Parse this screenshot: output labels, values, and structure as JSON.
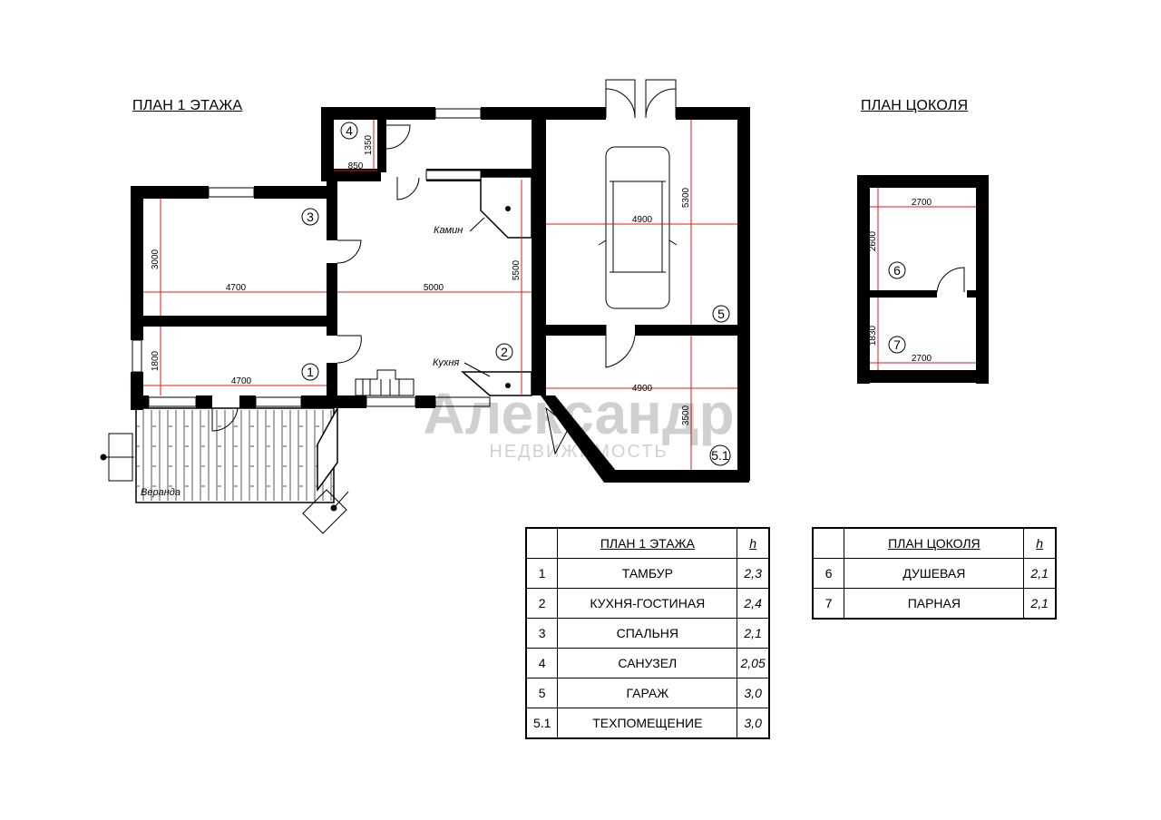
{
  "titles": {
    "floor1": "ПЛАН 1 ЭТАЖА",
    "basement": "ПЛАН ЦОКОЛЯ"
  },
  "colors": {
    "walls": "#000000",
    "dimensions": "#e01818",
    "text": "#000000"
  },
  "labels": {
    "fireplace": "Камин",
    "kitchen": "Кухня",
    "veranda": "Веранда"
  },
  "room_numbers": {
    "r1": "1",
    "r2": "2",
    "r3": "3",
    "r4": "4",
    "r5": "5",
    "r51": "5.1",
    "r6": "6",
    "r7": "7"
  },
  "dimensions": {
    "d_4700_top": "4700",
    "d_3000": "3000",
    "d_5000": "5000",
    "d_5500": "5500",
    "d_1350": "1350",
    "d_850": "850",
    "d_1800": "1800",
    "d_4700_bottom": "4700",
    "d_4900_top": "4900",
    "d_5300": "5300",
    "d_4900_bottom": "4900",
    "d_3500": "3500",
    "d_2700_top": "2700",
    "d_2600": "2600",
    "d_1830": "1830",
    "d_2700_bottom": "2700"
  },
  "watermark": {
    "name": "Александр",
    "sub": "НЕДВИЖИМОСТЬ"
  },
  "table_floor1": {
    "title": "ПЛАН 1 ЭТАЖА",
    "h_header": "h",
    "rows": [
      {
        "num": "1",
        "name": "ТАМБУР",
        "h": "2,3"
      },
      {
        "num": "2",
        "name": "КУХНЯ-ГОСТИНАЯ",
        "h": "2,4"
      },
      {
        "num": "3",
        "name": "СПАЛЬНЯ",
        "h": "2,1"
      },
      {
        "num": "4",
        "name": "САНУЗЕЛ",
        "h": "2,05"
      },
      {
        "num": "5",
        "name": "ГАРАЖ",
        "h": "3,0"
      },
      {
        "num": "5.1",
        "name": "ТЕХПОМЕЩЕНИЕ",
        "h": "3,0"
      }
    ]
  },
  "table_basement": {
    "title": "ПЛАН ЦОКОЛЯ",
    "h_header": "h",
    "rows": [
      {
        "num": "6",
        "name": "ДУШЕВАЯ",
        "h": "2,1"
      },
      {
        "num": "7",
        "name": "ПАРНАЯ",
        "h": "2,1"
      }
    ]
  }
}
